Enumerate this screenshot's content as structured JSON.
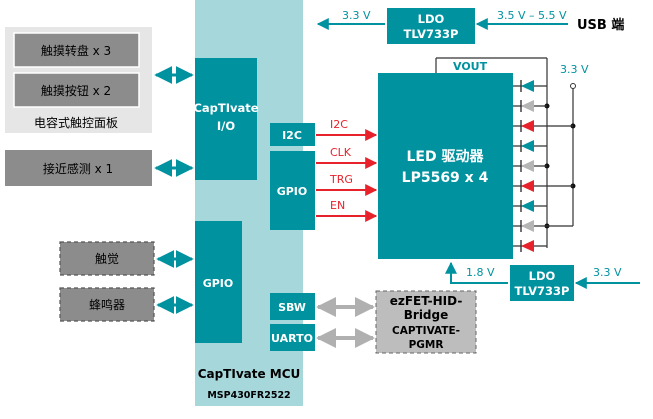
{
  "mcu": {
    "name": "CapTIvate MCU",
    "part": "MSP430FR2522"
  },
  "blocks": {
    "captivate_io_line1": "CapTIvate",
    "captivate_io_line2": "I/O",
    "gpio_top": "GPIO",
    "gpio_bottom": "GPIO",
    "i2c": "I2C",
    "sbw": "SBW",
    "uart": "UARTO"
  },
  "touch_panel": {
    "caption": "电容式触控面板",
    "wheel": "触摸转盘 x 3",
    "button": "触摸按钮 x 2"
  },
  "proximity": "接近感测 x 1",
  "haptic": "触觉",
  "buzzer": "蜂鸣器",
  "led_driver": {
    "line1": "LED 驱动器",
    "line2": "LP5569 x 4"
  },
  "vout": "VOUT",
  "signals": [
    "I2C",
    "CLK",
    "TRG",
    "EN"
  ],
  "ldo_top": {
    "line1": "LDO",
    "line2": "TLV733P",
    "in_label": "3.5 V – 5.5 V",
    "out_label": "3.3 V",
    "source": "USB 端"
  },
  "ldo_bottom": {
    "line1": "LDO",
    "line2": "TLV733P",
    "in_label": "3.3 V",
    "out_label": "1.8 V"
  },
  "led_rail": "3.3 V",
  "ezfet": {
    "line1": "ezFET-HID-",
    "line2": "Bridge",
    "line3": "CAPTIVATE-",
    "line4": "PGMR"
  },
  "colors": {
    "teal": "#00929f",
    "light_teal": "#a5d7db",
    "red": "#e8222b",
    "gray_box": "#8c8c8c",
    "panel_bg": "#e6e6e6"
  }
}
